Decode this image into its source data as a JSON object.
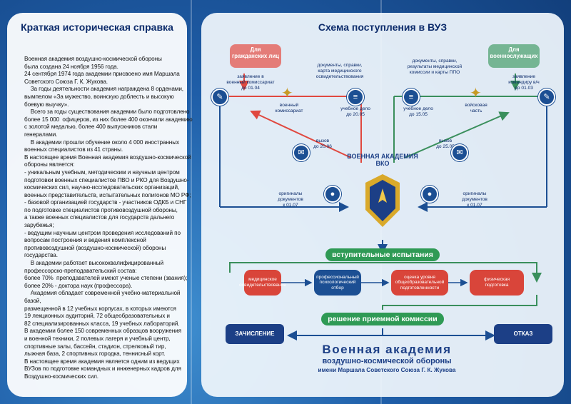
{
  "left": {
    "title": "Краткая историческая справка",
    "text": "Военная академия воздушно-космической обороны\nбыла создана 24 ноября 1956 года.\n24 сентября 1974 года академии присвоено имя Маршала\nСоветского Союза Г. К. Жукова.\n    За годы деятельности академия награждена 8 орденами,\nвымпелом «За мужество, воинскую доблесть и высокую\nбоевую выучку».\n    Всего за годы существования академии было подготовлено\nболее 15 000  офицеров, из них более 400 окончили академию\nс золотой медалью, более 400 выпускников стали\nгенералами.\n    В академии прошли обучение около 4 000 иностранных\nвоенных специалистов из 41 страны.\nВ настоящее время Военная академия воздушно-космической\nобороны является:\n- уникальным учебным, методическим и научным центром\nподготовки военных специалистов ПВО и РКО для Воздушно-\nкосмических сил, научно-исследовательских организаций,\nвоенных представительств, испытательных полигонов МО РФ;\n- базовой организацией государств - участников ОДКБ и СНГ\nпо подготовке специалистов противовоздушной обороны,\nа также военных специалистов для государств дальнего\nзарубежья;\n- ведущим научным центром проведения исследований по\nвопросам построения и ведения комплексной\nпротивовоздушной (воздушно-космической) обороны\nгосударства.\n    В академии работает высококвалифицированный\nпрофессорско-преподавательский состав:\nболее 70%  преподавателей имеют ученые степени (звания);\nболее 20% - доктора наук (профессора).\n    Академия обладает современной учебно-материальной\nбазой,\nразмещенной в 12 учебных корпусах, в которых имеются\n19 лекционных аудиторий, 72 общеобразовательных и\n82 специализированных класса, 19 учебных лабораторий.\nВ академии более 150 современных образцов вооружения\nи военной техники, 2 полевых лагеря и учебный центр,\nспортивные залы, бассейн, стадион, стрелковый тир,\nлыжная база, 2 спортивных городка, теннисный корт.\nВ настоящее время академия является одним из ведущих\nВУЗов по подготовке командных и инженерных кадров для\nВоздушно-космических сил."
  },
  "right": {
    "title": "Схема поступления в ВУЗ",
    "civil": {
      "box": "Для\nгражданских лиц",
      "app": "заявление в\nвоенный комиссариат\nдо 01.04",
      "docs": "документы, справки,\nкарта медицинского\nосвидетельствования",
      "office": "военный\nкомиссариат",
      "file": "учебное дело\nдо 20.05",
      "call": "вызов\nдо 20.06",
      "orig": "оригиналы\nдокументов\nк 01.07"
    },
    "military": {
      "box": "Для\nвоеннослужащих",
      "app": "заявление\nкомандиру в/ч\nдо 01.03",
      "docs": "документы, справки,\nрезультаты медицинской\nкомиссии и карты ППО",
      "office": "войсковая\nчасть",
      "file": "учебное дело\nдо 15.05",
      "call": "вызов\nдо 25.05",
      "orig": "оригиналы\nдокументов\nк 01.07"
    },
    "academy_label": "ВОЕННАЯ АКАДЕМИЯ\nВКО",
    "exams_title": "вступительные испытания",
    "exams": [
      "медицинское\nосвидетельствование",
      "профессиональный\nпсихологический\nотбор",
      "оценка уровня\nобщеобразовательной\nподготовленности",
      "физическая\nподготовка"
    ],
    "decision": "решение приемной комиссии",
    "enroll": "ЗАЧИСЛЕНИЕ",
    "reject": "ОТКАЗ",
    "name_line1": "Военная академия",
    "name_line2": "воздушно-космической обороны",
    "name_line3": "имени Маршала Советского Союза  Г. К. Жукова"
  },
  "colors": {
    "background": "#1f5ea8",
    "navy": "#1c4f93",
    "red_path": "#e0483f",
    "green_path": "#3a8f5c",
    "exam_red": "#d9453a",
    "exam_navy": "#1c4f93",
    "pill_green": "#2f9a55"
  },
  "icons": [
    "document-icon",
    "eagle-emblem-icon",
    "stack-icon",
    "envelope-icon",
    "person-icon",
    "academy-emblem-icon"
  ]
}
